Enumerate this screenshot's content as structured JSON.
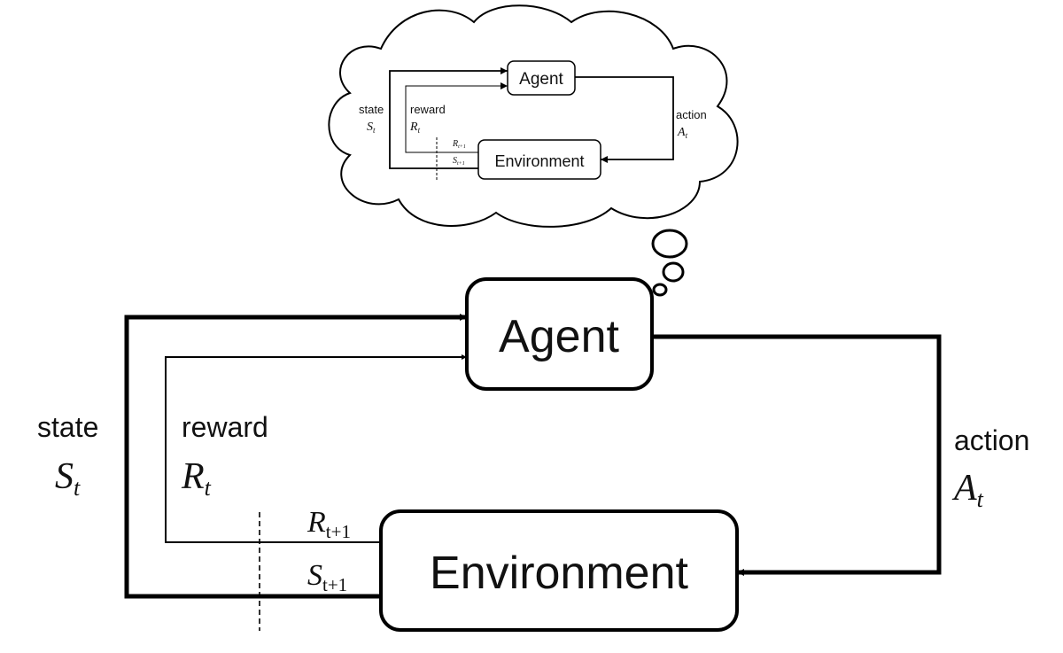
{
  "main": {
    "agent_label": "Agent",
    "environment_label": "Environment",
    "state": {
      "word": "state",
      "sym": "S",
      "sub": "t"
    },
    "reward": {
      "word": "reward",
      "sym": "R",
      "sub": "t"
    },
    "action": {
      "word": "action",
      "sym": "A",
      "sub": "t"
    },
    "next_reward": {
      "sym": "R",
      "sub": "t+1"
    },
    "next_state": {
      "sym": "S",
      "sub": "t+1"
    }
  },
  "thought": {
    "agent_label": "Agent",
    "environment_label": "Environment",
    "state": {
      "word": "state",
      "sym": "S",
      "sub": "t"
    },
    "reward": {
      "word": "reward",
      "sym": "R",
      "sub": "t"
    },
    "action": {
      "word": "action",
      "sym": "A",
      "sub": "t"
    },
    "next_reward": {
      "sym": "R",
      "sub": "t+1"
    },
    "next_state": {
      "sym": "S",
      "sub": "t+1"
    }
  },
  "colors": {
    "stroke": "#000000",
    "fill": "#ffffff",
    "text": "#111111"
  }
}
